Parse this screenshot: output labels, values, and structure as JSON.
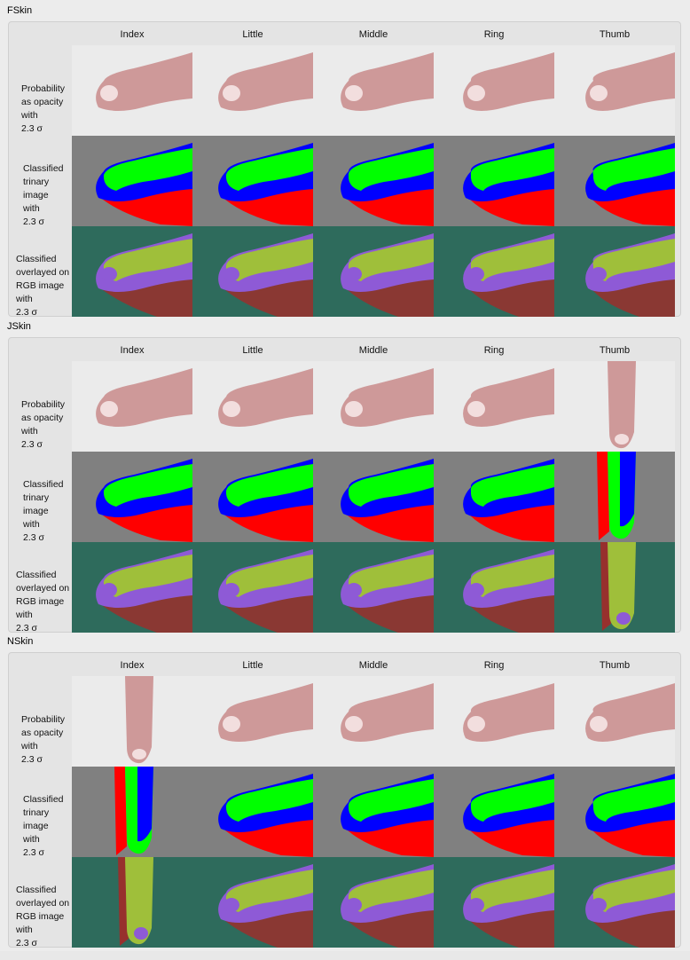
{
  "columns": [
    "Index",
    "Little",
    "Middle",
    "Ring",
    "Thumb"
  ],
  "row_labels": {
    "prob": [
      "Probability",
      "as opacity",
      "with",
      "2.3 σ"
    ],
    "trinary": [
      "Classified",
      "trinary",
      "image",
      "with",
      "2.3 σ"
    ],
    "overlay": [
      "Classified",
      "overlayed on",
      "RGB image",
      "with",
      "2.3 σ"
    ]
  },
  "sections": [
    {
      "title": "FSkin",
      "orient": [
        "side",
        "side",
        "side",
        "side",
        "side"
      ]
    },
    {
      "title": "JSkin",
      "orient": [
        "side",
        "side",
        "side",
        "side",
        "down"
      ]
    },
    {
      "title": "NSkin",
      "orient": [
        "down",
        "side",
        "side",
        "side",
        "side"
      ]
    }
  ],
  "colors": {
    "prob_bg": "#ebebeb",
    "finger_skin": "#c98b8b",
    "trinary_bg": "#808080",
    "trinary_blue": "#0000ff",
    "trinary_green": "#00ff00",
    "trinary_red": "#ff0000",
    "overlay_bg": "#2e6b5c",
    "overlay_purple": "#8e5ad6",
    "overlay_green": "#9fbf3a",
    "overlay_red": "#b22222"
  }
}
